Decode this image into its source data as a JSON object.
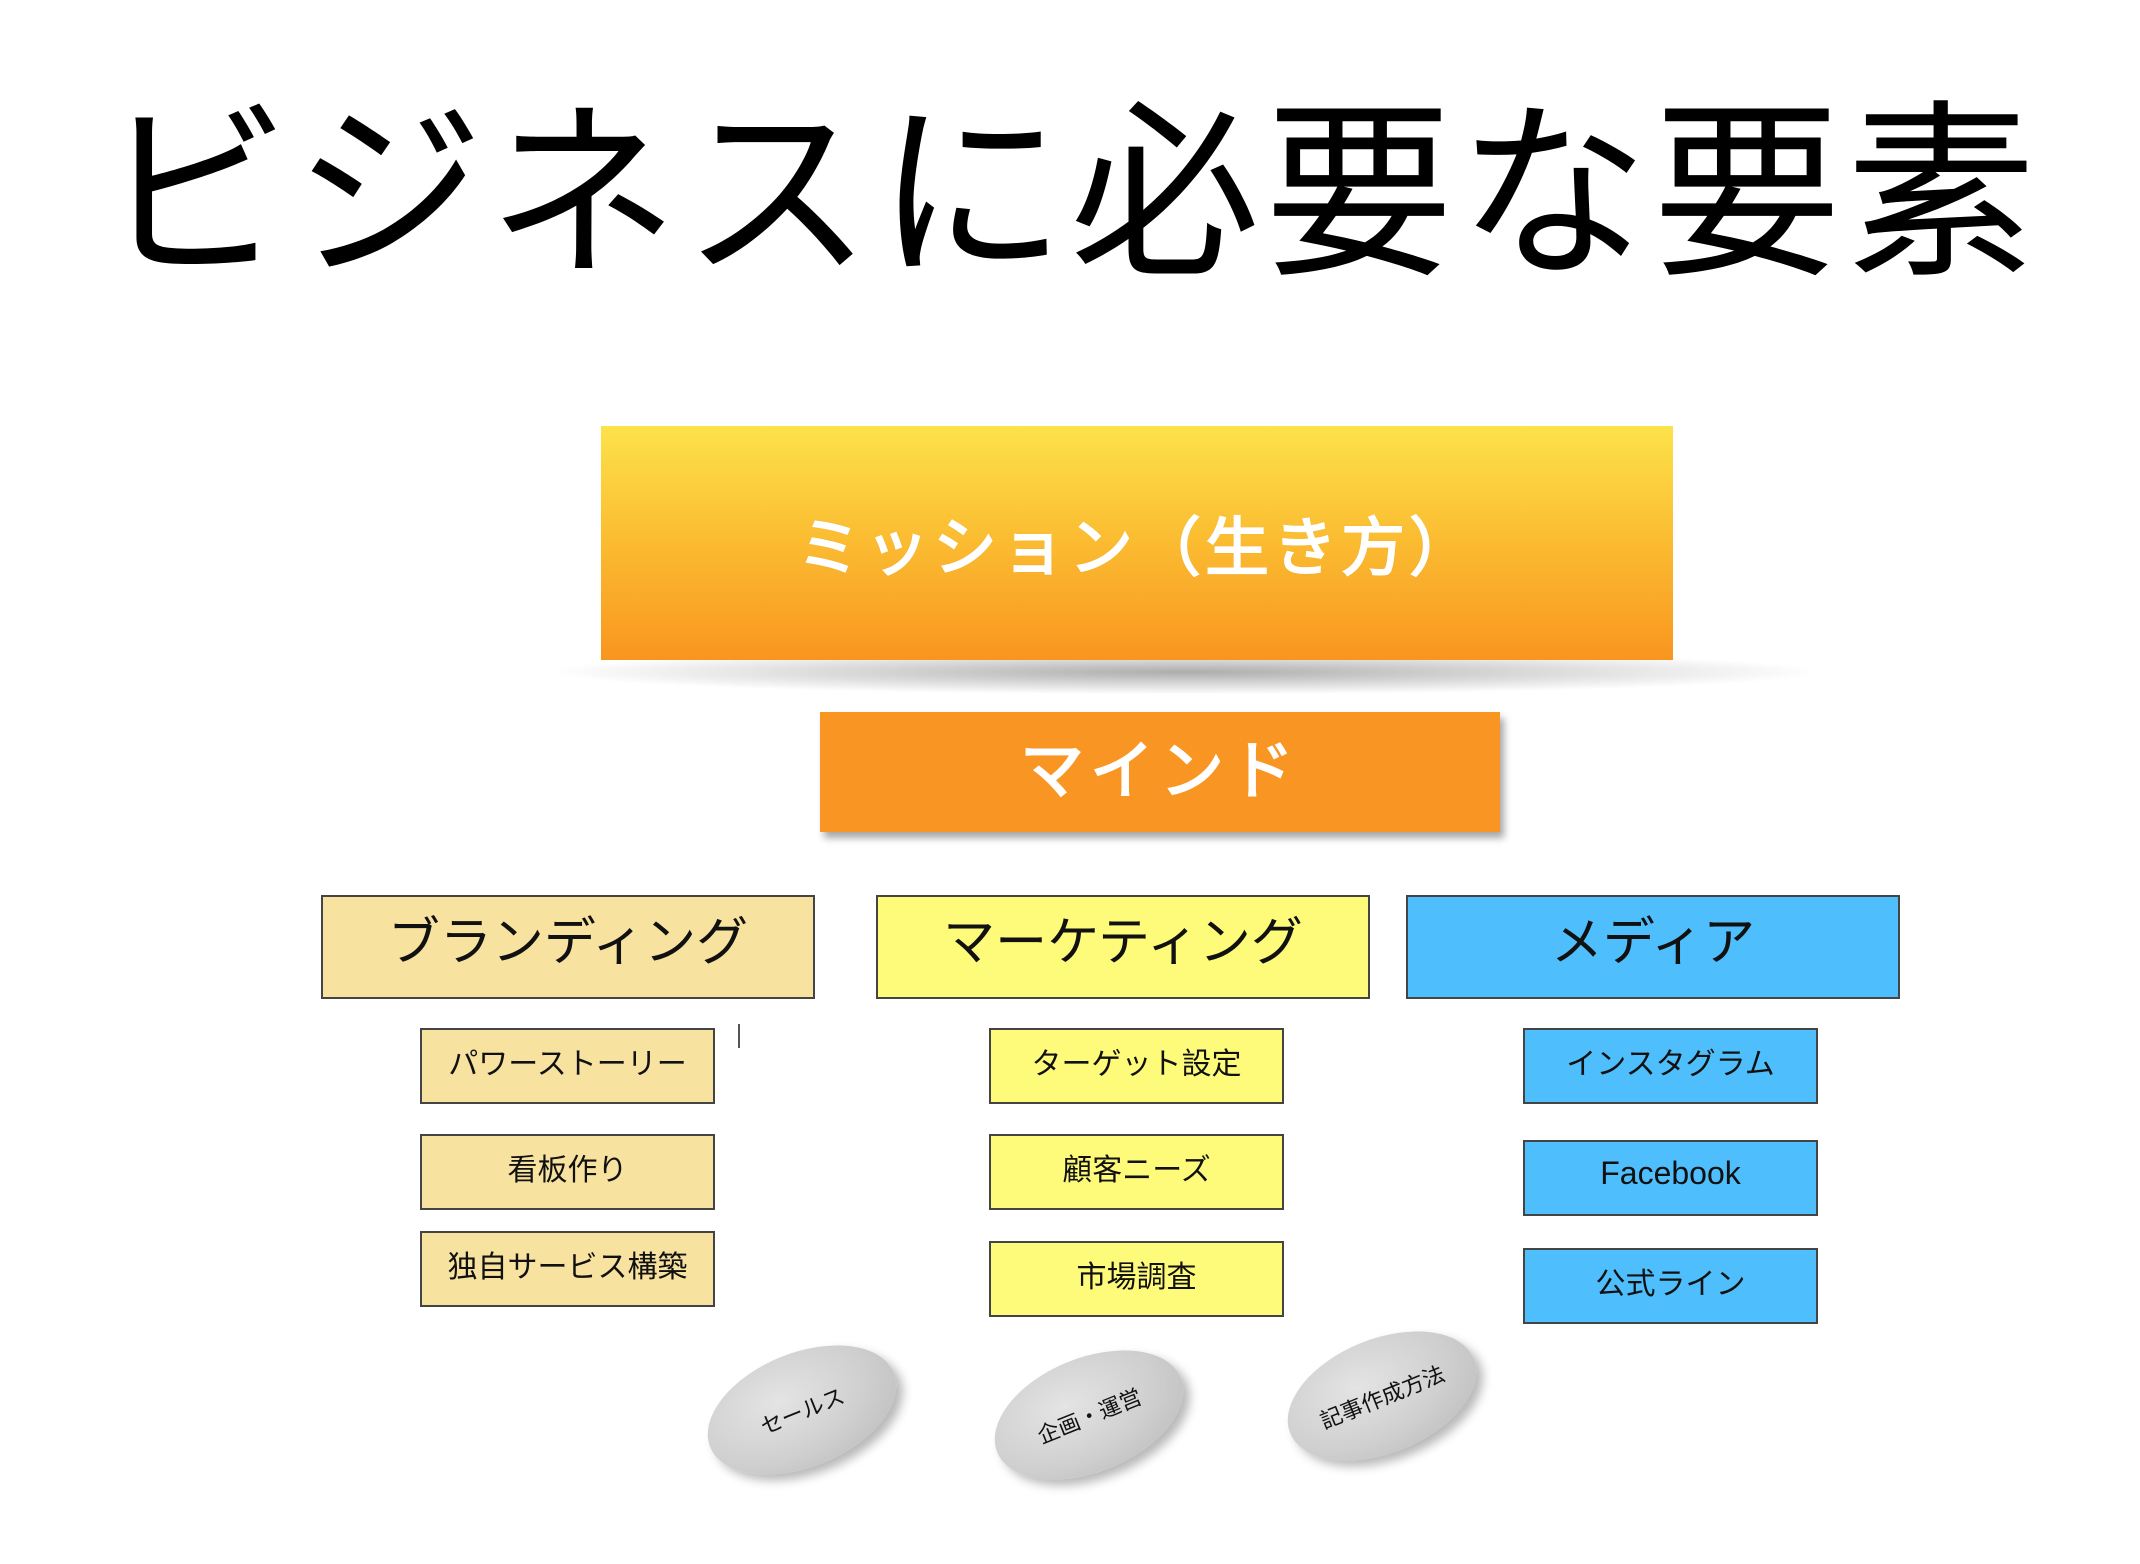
{
  "title": "ビジネスに必要な要素",
  "mission": {
    "label": "ミッション（生き方）"
  },
  "mind": {
    "label": "マインド"
  },
  "categories": [
    {
      "label": "ブランディング",
      "color": "#f7e29f",
      "items": [
        "パワーストーリー",
        "看板作り",
        "独自サービス構築"
      ]
    },
    {
      "label": "マーケティング",
      "color": "#fefb7b",
      "items": [
        "ターゲット設定",
        "顧客ニーズ",
        "市場調査"
      ]
    },
    {
      "label": "メディア",
      "color": "#4ebefc",
      "items": [
        "インスタグラム",
        "Facebook",
        "公式ライン"
      ]
    }
  ],
  "pills": [
    "セールス",
    "企画・運営",
    "記事作成方法"
  ],
  "colors": {
    "mission_top": "#fde24a",
    "mission_bottom": "#f9951f",
    "mind": "#f99623",
    "pill": "#cfcfcf"
  }
}
